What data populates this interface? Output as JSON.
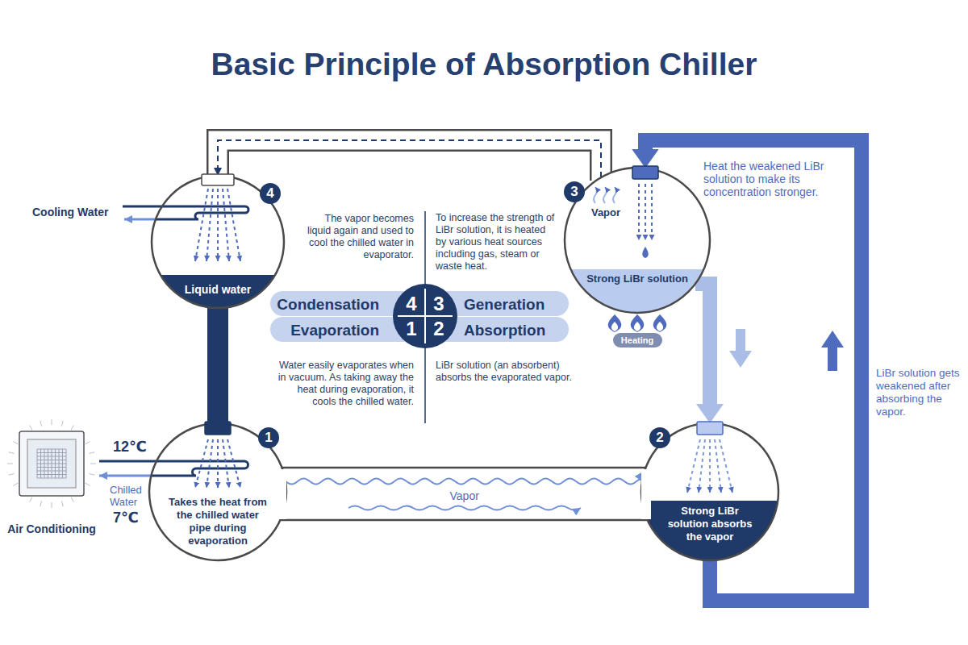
{
  "diagram": {
    "title": "Basic Principle of Absorption Chiller",
    "nodes": [
      {
        "text": [
          "Liquid water"
        ]
      },
      {
        "text": [
          "Vapor",
          "Strong LiBr solution"
        ]
      },
      {
        "text": [
          "Condensation",
          "Generation"
        ]
      },
      {
        "text": [
          "4",
          "3",
          "1",
          "2"
        ]
      },
      {
        "text": [
          "Evaporation",
          "Absorption"
        ]
      },
      {
        "text": [
          "Heating"
        ]
      },
      {
        "text": [
          "Air Conditioning"
        ]
      },
      {
        "text": [
          "Takes the heat from the chilled water pipe during evaporation"
        ]
      },
      {
        "text": [
          "Strong LiBr solution absorbs the vapor"
        ]
      }
    ],
    "edges": [
      {
        "from": 0,
        "to": 7,
        "arrow": "none"
      },
      {
        "from": 1,
        "to": 0,
        "arrow": "to"
      },
      {
        "from": 7,
        "to": 8,
        "label": "Vapor",
        "arrow": "to"
      },
      {
        "from": 8,
        "to": 1,
        "arrow": "to"
      },
      {
        "from": 1,
        "to": 8,
        "arrow": "to"
      },
      {
        "from": 6,
        "to": 7,
        "arrow": "none"
      },
      {
        "from": 7,
        "to": 6,
        "arrow": "to"
      }
    ],
    "labels": [
      "4",
      "3",
      "1",
      "2",
      "Cooling Water",
      "12℃",
      "Chilled Water",
      "7℃",
      "The vapor becomes liquid again and used to cool the chilled water in evaporator.",
      "To increase the strength of LiBr solution, it is heated by various heat sources including gas, steam or waste heat.",
      "Water easily evaporates when in vacuum. As taking away the heat during evaporation, it cools the chilled water.",
      "LiBr solution (an absorbent) absorbs the evaporated vapor.",
      "Heat the weakened LiBr solution to make its concentration stronger.",
      "LiBr solution gets weakened after absorbing the vapor."
    ]
  }
}
